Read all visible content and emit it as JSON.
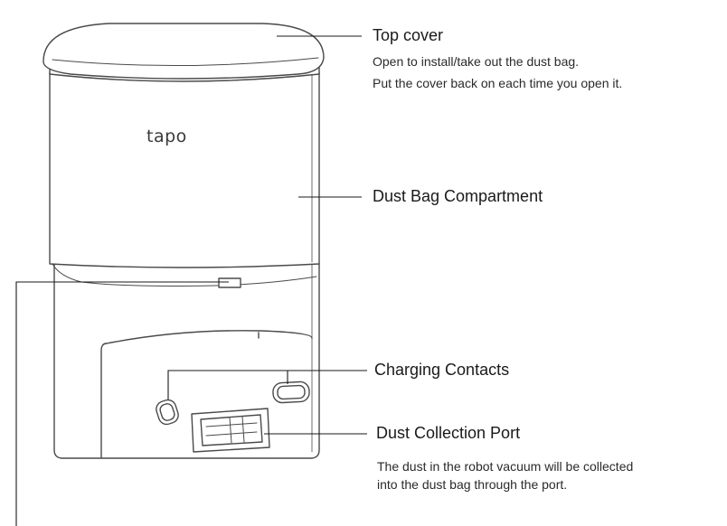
{
  "logo": {
    "text": "tapo"
  },
  "callouts": {
    "top_cover": {
      "title": "Top cover",
      "desc_line1": "Open to install/take out the dust bag.",
      "desc_line2": "Put the cover back on each time you open it."
    },
    "dust_bag_compartment": {
      "title": "Dust Bag Compartment"
    },
    "charging_contacts": {
      "title": "Charging Contacts"
    },
    "dust_collection_port": {
      "title": "Dust Collection Port",
      "desc_line1": "The dust in the robot vacuum will be collected",
      "desc_line2": "into the dust bag through the port."
    }
  },
  "colors": {
    "outline": "#4a4a4a",
    "leader_line": "#1a1a1a",
    "background": "#ffffff"
  }
}
